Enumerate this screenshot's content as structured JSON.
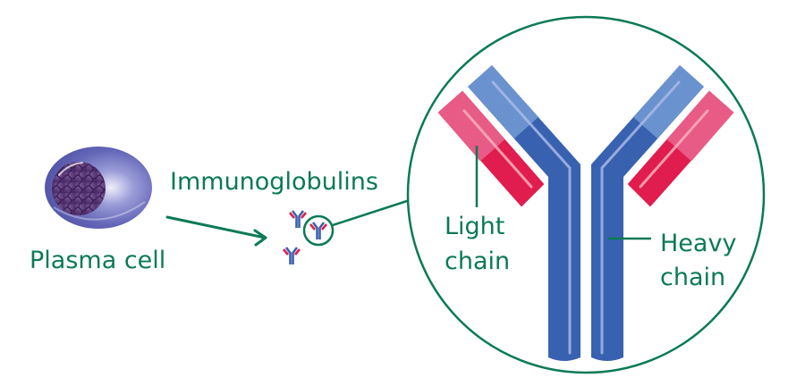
{
  "diagram": {
    "title": "Plasma cell producing immunoglobulins",
    "labels": {
      "plasma_cell": "Plasma cell",
      "immunoglobulins": "Immunoglobulins",
      "light_chain_line1": "Light",
      "light_chain_line2": "chain",
      "heavy_chain_line1": "Heavy",
      "heavy_chain_line2": "chain"
    },
    "small_antibody_count": 3,
    "colors": {
      "accent_green": "#0b7a55",
      "heavy_chain_dark": "#3862b0",
      "heavy_chain_light": "#6a92cf",
      "light_chain_dark": "#e01d4e",
      "light_chain_light": "#e85b86",
      "cell_body": "#6467b8",
      "nucleus": "#5a3a7a"
    }
  }
}
